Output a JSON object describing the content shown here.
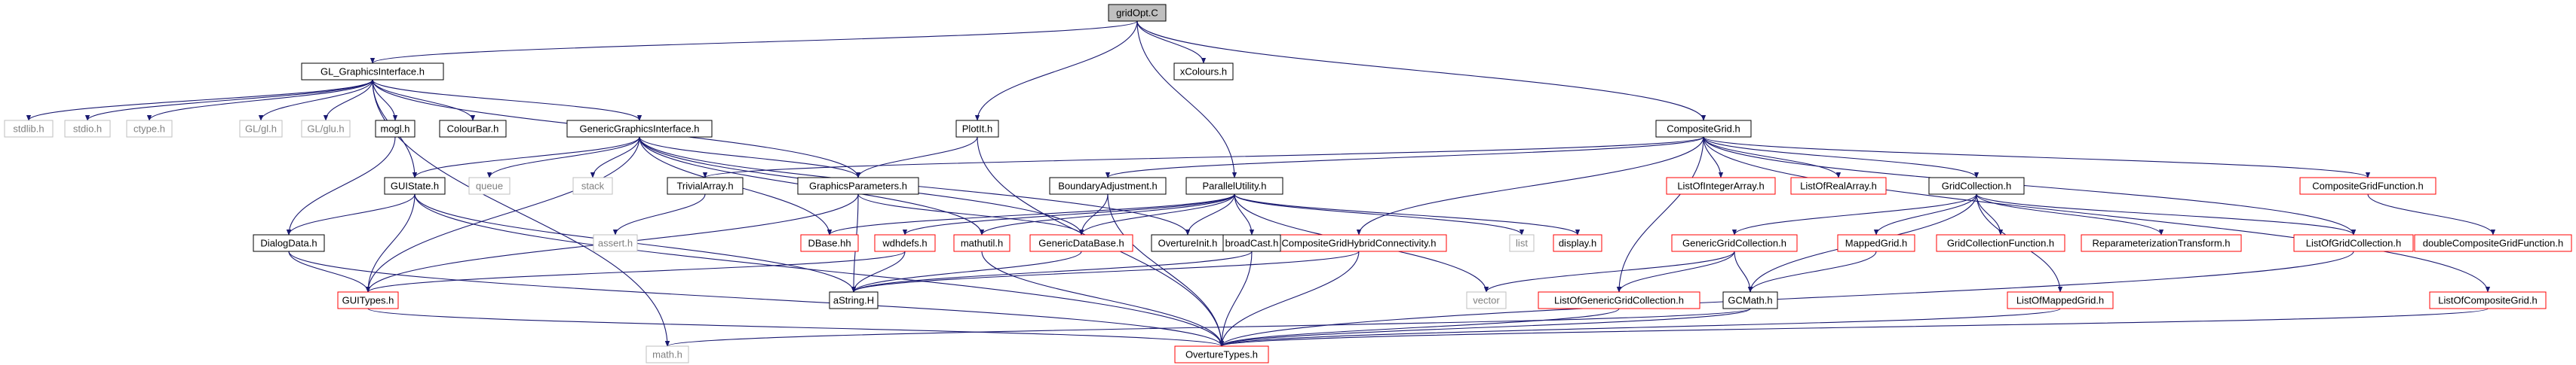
{
  "diagram": {
    "type": "include-dependency-graph",
    "root": "gridOpt.C",
    "colors": {
      "edge": "#191970",
      "root_fill": "#bfbfbf",
      "documented_border": "#000000",
      "undocumented_border": "#ff0000",
      "external_border": "#bfbfbf",
      "external_text": "#808080",
      "node_fill": "#ffffff"
    },
    "nodes": [
      {
        "id": "gridOpt",
        "label": "gridOpt.C",
        "kind": "root"
      },
      {
        "id": "GL_Graphics",
        "label": "GL_GraphicsInterface.h",
        "kind": "doc"
      },
      {
        "id": "xColours",
        "label": "xColours.h",
        "kind": "doc"
      },
      {
        "id": "Plotit",
        "label": "PlotIt.h",
        "kind": "doc"
      },
      {
        "id": "CompositeGrid",
        "label": "CompositeGrid.h",
        "kind": "doc"
      },
      {
        "id": "stdlib",
        "label": "stdlib.h",
        "kind": "ext"
      },
      {
        "id": "stdio",
        "label": "stdio.h",
        "kind": "ext"
      },
      {
        "id": "ctype",
        "label": "ctype.h",
        "kind": "ext"
      },
      {
        "id": "GLgl",
        "label": "GL/gl.h",
        "kind": "ext"
      },
      {
        "id": "GLglu",
        "label": "GL/glu.h",
        "kind": "ext"
      },
      {
        "id": "mogl",
        "label": "mogl.h",
        "kind": "doc"
      },
      {
        "id": "ColourBar",
        "label": "ColourBar.h",
        "kind": "doc"
      },
      {
        "id": "GenericGraphics",
        "label": "GenericGraphicsInterface.h",
        "kind": "doc"
      },
      {
        "id": "GUIState",
        "label": "GUIState.h",
        "kind": "doc"
      },
      {
        "id": "queue",
        "label": "queue",
        "kind": "ext"
      },
      {
        "id": "stack",
        "label": "stack",
        "kind": "ext"
      },
      {
        "id": "TrivialArray",
        "label": "TrivialArray.h",
        "kind": "doc"
      },
      {
        "id": "GraphicsParameters",
        "label": "GraphicsParameters.h",
        "kind": "doc"
      },
      {
        "id": "BoundaryAdjustment",
        "label": "BoundaryAdjustment.h",
        "kind": "doc"
      },
      {
        "id": "ParallelUtility",
        "label": "ParallelUtility.h",
        "kind": "doc"
      },
      {
        "id": "CompositeGridHybrid",
        "label": "CompositeGridHybridConnectivity.h",
        "kind": "undoc"
      },
      {
        "id": "ListOfIntegerArray",
        "label": "ListOfIntegerArray.h",
        "kind": "undoc"
      },
      {
        "id": "ListOfRealArray",
        "label": "ListOfRealArray.h",
        "kind": "undoc"
      },
      {
        "id": "GridCollection",
        "label": "GridCollection.h",
        "kind": "doc"
      },
      {
        "id": "CompositeGridFunction",
        "label": "CompositeGridFunction.h",
        "kind": "undoc"
      },
      {
        "id": "DialogData",
        "label": "DialogData.h",
        "kind": "doc"
      },
      {
        "id": "assert",
        "label": "assert.h",
        "kind": "ext"
      },
      {
        "id": "DBase",
        "label": "DBase.hh",
        "kind": "undoc"
      },
      {
        "id": "wdhdefs",
        "label": "wdhdefs.h",
        "kind": "undoc"
      },
      {
        "id": "mathutil",
        "label": "mathutil.h",
        "kind": "undoc"
      },
      {
        "id": "GenericDataBase",
        "label": "GenericDataBase.h",
        "kind": "undoc"
      },
      {
        "id": "OvertureInit",
        "label": "OvertureInit.h",
        "kind": "doc"
      },
      {
        "id": "broadCast",
        "label": "broadCast.h",
        "kind": "doc"
      },
      {
        "id": "list",
        "label": "list",
        "kind": "ext"
      },
      {
        "id": "display",
        "label": "display.h",
        "kind": "undoc"
      },
      {
        "id": "GenericGridCollection",
        "label": "GenericGridCollection.h",
        "kind": "undoc"
      },
      {
        "id": "MappedGrid",
        "label": "MappedGrid.h",
        "kind": "undoc"
      },
      {
        "id": "GridCollectionFunction",
        "label": "GridCollectionFunction.h",
        "kind": "undoc"
      },
      {
        "id": "Reparam",
        "label": "ReparameterizationTransform.h",
        "kind": "undoc"
      },
      {
        "id": "ListOfGridCollection",
        "label": "ListOfGridCollection.h",
        "kind": "undoc"
      },
      {
        "id": "doubleCGF",
        "label": "doubleCompositeGridFunction.h",
        "kind": "undoc"
      },
      {
        "id": "GUITypes",
        "label": "GUITypes.h",
        "kind": "undoc"
      },
      {
        "id": "aString",
        "label": "aString.H",
        "kind": "doc"
      },
      {
        "id": "vector",
        "label": "vector",
        "kind": "ext"
      },
      {
        "id": "ListOfGenericGC",
        "label": "ListOfGenericGridCollection.h",
        "kind": "undoc"
      },
      {
        "id": "GCMath",
        "label": "GCMath.h",
        "kind": "doc"
      },
      {
        "id": "ListOfMappedGrid",
        "label": "ListOfMappedGrid.h",
        "kind": "undoc"
      },
      {
        "id": "ListOfCompositeGrid",
        "label": "ListOfCompositeGrid.h",
        "kind": "undoc"
      },
      {
        "id": "math",
        "label": "math.h",
        "kind": "ext"
      },
      {
        "id": "OvertureTypes",
        "label": "OvertureTypes.h",
        "kind": "undoc"
      }
    ],
    "edges": [
      [
        "gridOpt",
        "GL_Graphics"
      ],
      [
        "gridOpt",
        "xColours"
      ],
      [
        "gridOpt",
        "Plotit"
      ],
      [
        "gridOpt",
        "CompositeGrid"
      ],
      [
        "gridOpt",
        "ParallelUtility"
      ],
      [
        "GL_Graphics",
        "stdlib"
      ],
      [
        "GL_Graphics",
        "stdio"
      ],
      [
        "GL_Graphics",
        "ctype"
      ],
      [
        "GL_Graphics",
        "GLgl"
      ],
      [
        "GL_Graphics",
        "GLglu"
      ],
      [
        "GL_Graphics",
        "mogl"
      ],
      [
        "GL_Graphics",
        "ColourBar"
      ],
      [
        "GL_Graphics",
        "GenericGraphics"
      ],
      [
        "GL_Graphics",
        "GUIState"
      ],
      [
        "GL_Graphics",
        "GraphicsParameters"
      ],
      [
        "GL_Graphics",
        "math"
      ],
      [
        "mogl",
        "DialogData"
      ],
      [
        "GenericGraphics",
        "GUIState"
      ],
      [
        "GenericGraphics",
        "queue"
      ],
      [
        "GenericGraphics",
        "stack"
      ],
      [
        "GenericGraphics",
        "GraphicsParameters"
      ],
      [
        "GenericGraphics",
        "GUITypes"
      ],
      [
        "GenericGraphics",
        "DBase"
      ],
      [
        "GenericGraphics",
        "mathutil"
      ],
      [
        "GenericGraphics",
        "GenericDataBase"
      ],
      [
        "GenericGraphics",
        "OvertureInit"
      ],
      [
        "Plotit",
        "GraphicsParameters"
      ],
      [
        "Plotit",
        "OvertureTypes"
      ],
      [
        "GUIState",
        "DialogData"
      ],
      [
        "GUIState",
        "GUITypes"
      ],
      [
        "GUIState",
        "aString"
      ],
      [
        "GUIState",
        "OvertureTypes"
      ],
      [
        "DialogData",
        "GUITypes"
      ],
      [
        "DialogData",
        "OvertureTypes"
      ],
      [
        "TrivialArray",
        "assert"
      ],
      [
        "GraphicsParameters",
        "GenericDataBase"
      ],
      [
        "GraphicsParameters",
        "GUITypes"
      ],
      [
        "GraphicsParameters",
        "aString"
      ],
      [
        "BoundaryAdjustment",
        "GenericDataBase"
      ],
      [
        "BoundaryAdjustment",
        "OvertureTypes"
      ],
      [
        "ParallelUtility",
        "wdhdefs"
      ],
      [
        "ParallelUtility",
        "mathutil"
      ],
      [
        "ParallelUtility",
        "GenericDataBase"
      ],
      [
        "ParallelUtility",
        "OvertureInit"
      ],
      [
        "ParallelUtility",
        "broadCast"
      ],
      [
        "ParallelUtility",
        "list"
      ],
      [
        "ParallelUtility",
        "display"
      ],
      [
        "ParallelUtility",
        "vector"
      ],
      [
        "ParallelUtility",
        "DBase"
      ],
      [
        "CompositeGrid",
        "TrivialArray"
      ],
      [
        "CompositeGrid",
        "BoundaryAdjustment"
      ],
      [
        "CompositeGrid",
        "CompositeGridHybrid"
      ],
      [
        "CompositeGrid",
        "ListOfIntegerArray"
      ],
      [
        "CompositeGrid",
        "ListOfRealArray"
      ],
      [
        "CompositeGrid",
        "GridCollection"
      ],
      [
        "CompositeGrid",
        "CompositeGridFunction"
      ],
      [
        "CompositeGrid",
        "ListOfGridCollection"
      ],
      [
        "CompositeGrid",
        "ListOfCompositeGrid"
      ],
      [
        "CompositeGrid",
        "ListOfGenericGC"
      ],
      [
        "CompositeGridHybrid",
        "OvertureTypes"
      ],
      [
        "CompositeGridHybrid",
        "aString"
      ],
      [
        "GridCollection",
        "GenericGridCollection"
      ],
      [
        "GridCollection",
        "MappedGrid"
      ],
      [
        "GridCollection",
        "GridCollectionFunction"
      ],
      [
        "GridCollection",
        "Reparam"
      ],
      [
        "GridCollection",
        "ListOfGridCollection"
      ],
      [
        "GridCollection",
        "ListOfMappedGrid"
      ],
      [
        "GridCollection",
        "GCMath"
      ],
      [
        "CompositeGridFunction",
        "doubleCGF"
      ],
      [
        "wdhdefs",
        "GUITypes"
      ],
      [
        "wdhdefs",
        "aString"
      ],
      [
        "mathutil",
        "OvertureTypes"
      ],
      [
        "GenericDataBase",
        "aString"
      ],
      [
        "broadCast",
        "aString"
      ],
      [
        "broadCast",
        "OvertureTypes"
      ],
      [
        "GenericGridCollection",
        "vector"
      ],
      [
        "GenericGridCollection",
        "ListOfGenericGC"
      ],
      [
        "GenericGridCollection",
        "GCMath"
      ],
      [
        "MappedGrid",
        "GCMath"
      ],
      [
        "GCMath",
        "OvertureTypes"
      ],
      [
        "GCMath",
        "math"
      ],
      [
        "ListOfGenericGC",
        "OvertureTypes"
      ],
      [
        "ListOfGridCollection",
        "OvertureTypes"
      ],
      [
        "ListOfMappedGrid",
        "OvertureTypes"
      ],
      [
        "ListOfCompositeGrid",
        "OvertureTypes"
      ],
      [
        "GUITypes",
        "OvertureTypes"
      ]
    ]
  }
}
